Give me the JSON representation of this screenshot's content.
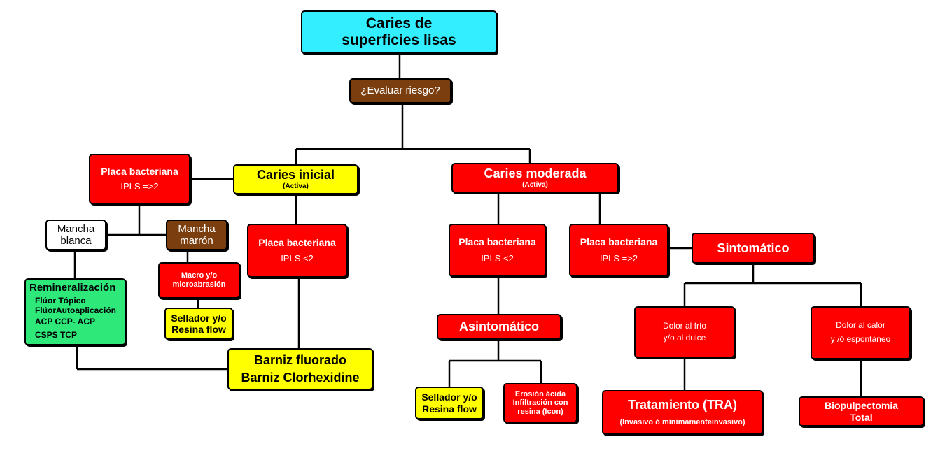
{
  "nodes": {
    "root": {
      "l1": "Caries de",
      "l2": "superficies  lisas"
    },
    "riesgo": {
      "l1": "¿Evaluar riesgo?"
    },
    "placa_izq": {
      "l1": "Placa bacteriana",
      "l2": "IPLS =>2"
    },
    "inicial": {
      "l1": "Caries inicial",
      "l2": "(Activa)"
    },
    "moderada": {
      "l1": "Caries moderada",
      "l2": "(Activa)"
    },
    "mancha_blanca": {
      "l1": "Mancha",
      "l2": "blanca"
    },
    "mancha_marron": {
      "l1": "Mancha",
      "l2": "marrón"
    },
    "placa_inicial": {
      "l1": "Placa bacteriana",
      "l2": "IPLS  <2"
    },
    "placa_mod1": {
      "l1": "Placa bacteriana",
      "l2": "IPLS <2"
    },
    "placa_mod2": {
      "l1": "Placa bacteriana",
      "l2": "IPLS =>2"
    },
    "sintomatico": {
      "l1": "Sintomático"
    },
    "remin": {
      "title": "Remineralización",
      "r1": "Flúor  Tópico",
      "r2": "FlúorAutoaplicación",
      "r3": "ACP    CCP- ACP",
      "r4": "CSPS        TCP"
    },
    "macro": {
      "l1": "Macro y/o",
      "l2": "microabrasión"
    },
    "sellador1": {
      "l1": "Sellador y/o",
      "l2": "Resina flow"
    },
    "barniz": {
      "l1": "Barniz fluorado",
      "l2": "Barniz Clorhexidine"
    },
    "asintomatico": {
      "l1": "Asintomático"
    },
    "sellador2": {
      "l1": "Sellador y/o",
      "l2": "Resina flow"
    },
    "erosion": {
      "l1": "Erosión ácida",
      "l2": "Infiltración con",
      "l3": "resina (Icon)"
    },
    "dolor_frio": {
      "l1": "Dolor al frío",
      "l2": "y/o al dulce"
    },
    "dolor_calor": {
      "l1": "Dolor al calor",
      "l2": "y /ó espontáneo"
    },
    "tratamiento": {
      "l1": "Tratamiento  (TRA)",
      "l2": "(Invasivo ó minimamenteinvasivo)"
    },
    "biopulpectomia": {
      "l1": "Biopulpectomia",
      "l2": "Total"
    }
  },
  "colors": {
    "red": "#ff0000",
    "yellow": "#ffff00",
    "brown": "#7b3f0f",
    "cyan": "#33eeff",
    "green": "#2ee87a",
    "white": "#ffffff"
  }
}
